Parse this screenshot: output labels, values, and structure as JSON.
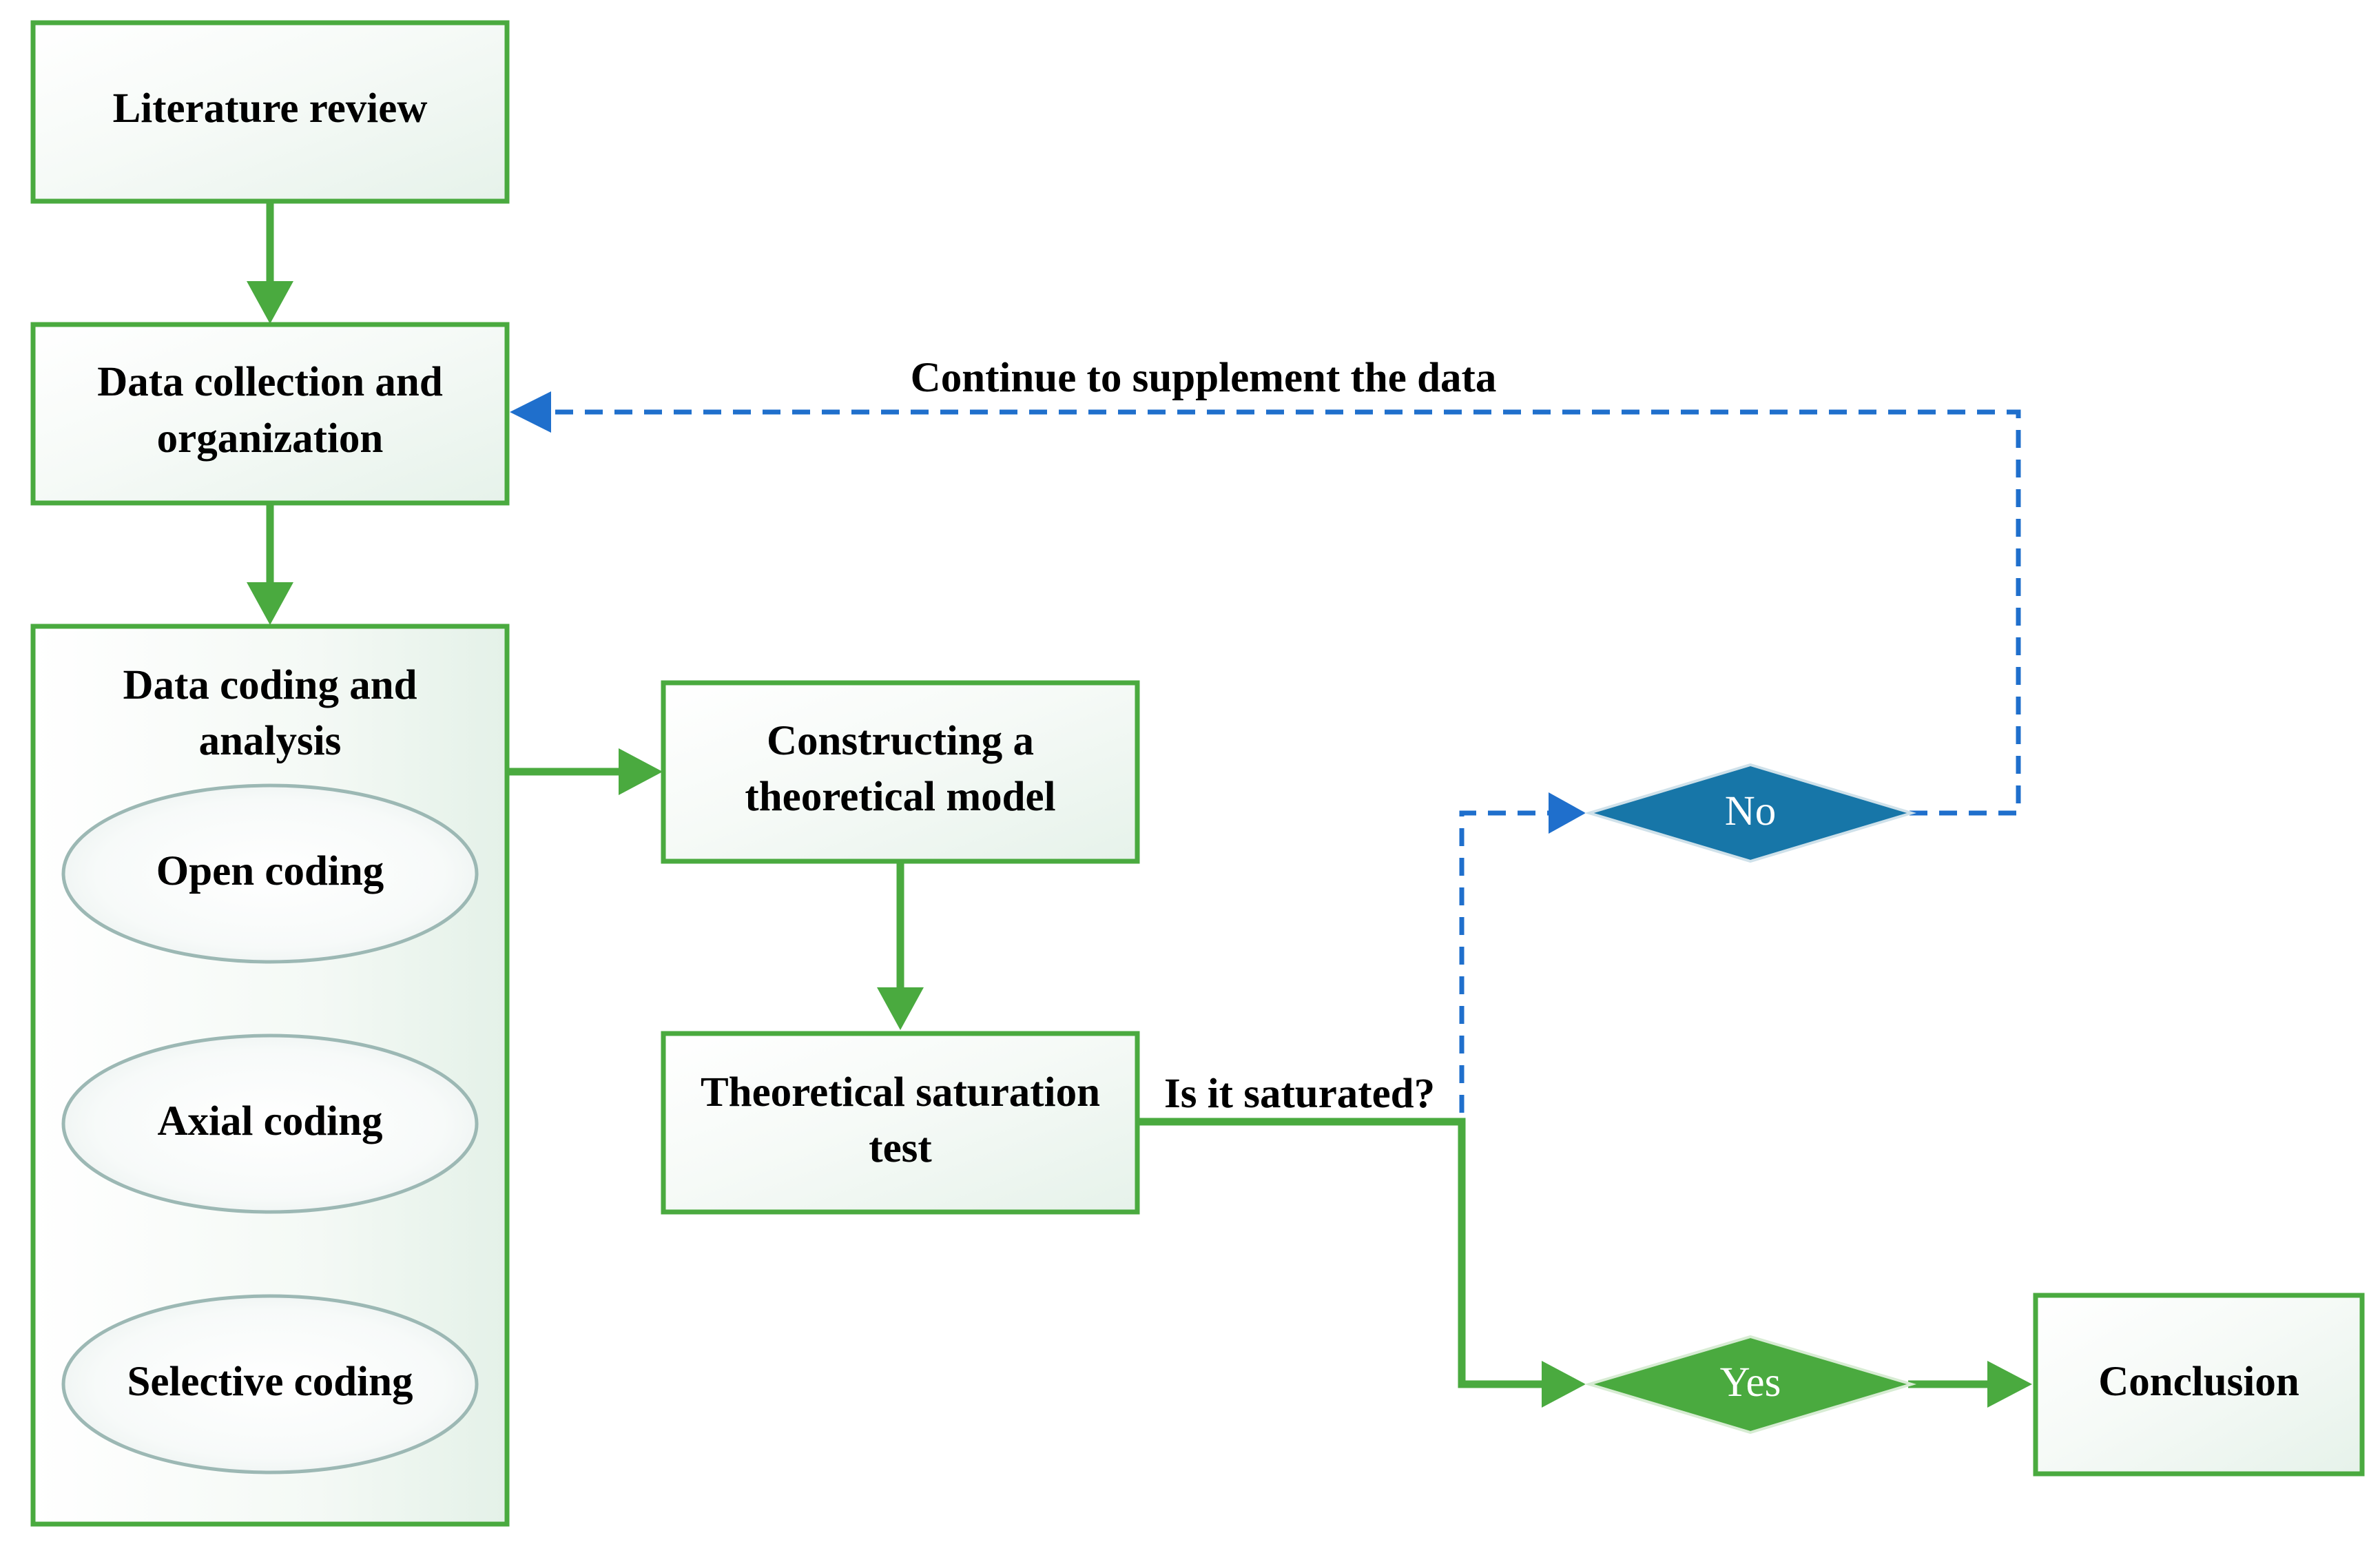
{
  "diagram": {
    "nodes": {
      "literature_review": {
        "label": "Literature review"
      },
      "data_collection": {
        "line1": "Data collection and",
        "line2": "organization"
      },
      "data_coding": {
        "line1": "Data coding and",
        "line2": "analysis"
      },
      "open_coding": {
        "label": "Open coding"
      },
      "axial_coding": {
        "label": "Axial coding"
      },
      "selective_coding": {
        "label": "Selective coding"
      },
      "constructing_model": {
        "line1": "Constructing a",
        "line2": "theoretical model"
      },
      "saturation_test": {
        "line1": "Theoretical saturation",
        "line2": "test"
      },
      "no_decision": {
        "label": "No"
      },
      "yes_decision": {
        "label": "Yes"
      },
      "conclusion": {
        "label": "Conclusion"
      }
    },
    "edge_labels": {
      "is_saturated": "Is it saturated?",
      "supplement": "Continue to supplement the data"
    },
    "colors": {
      "box_border": "#4aaa3f",
      "green_arrow": "#4aaa3f",
      "black_arrow": "#000000",
      "blue_dashed": "#1f6fcc",
      "no_diamond": "#1776a8",
      "yes_diamond": "#4aaa3f",
      "ellipse_border": "#9cb8b4",
      "box_fill_light": "#ffffff",
      "box_fill_dark": "#e8f3ec"
    }
  }
}
